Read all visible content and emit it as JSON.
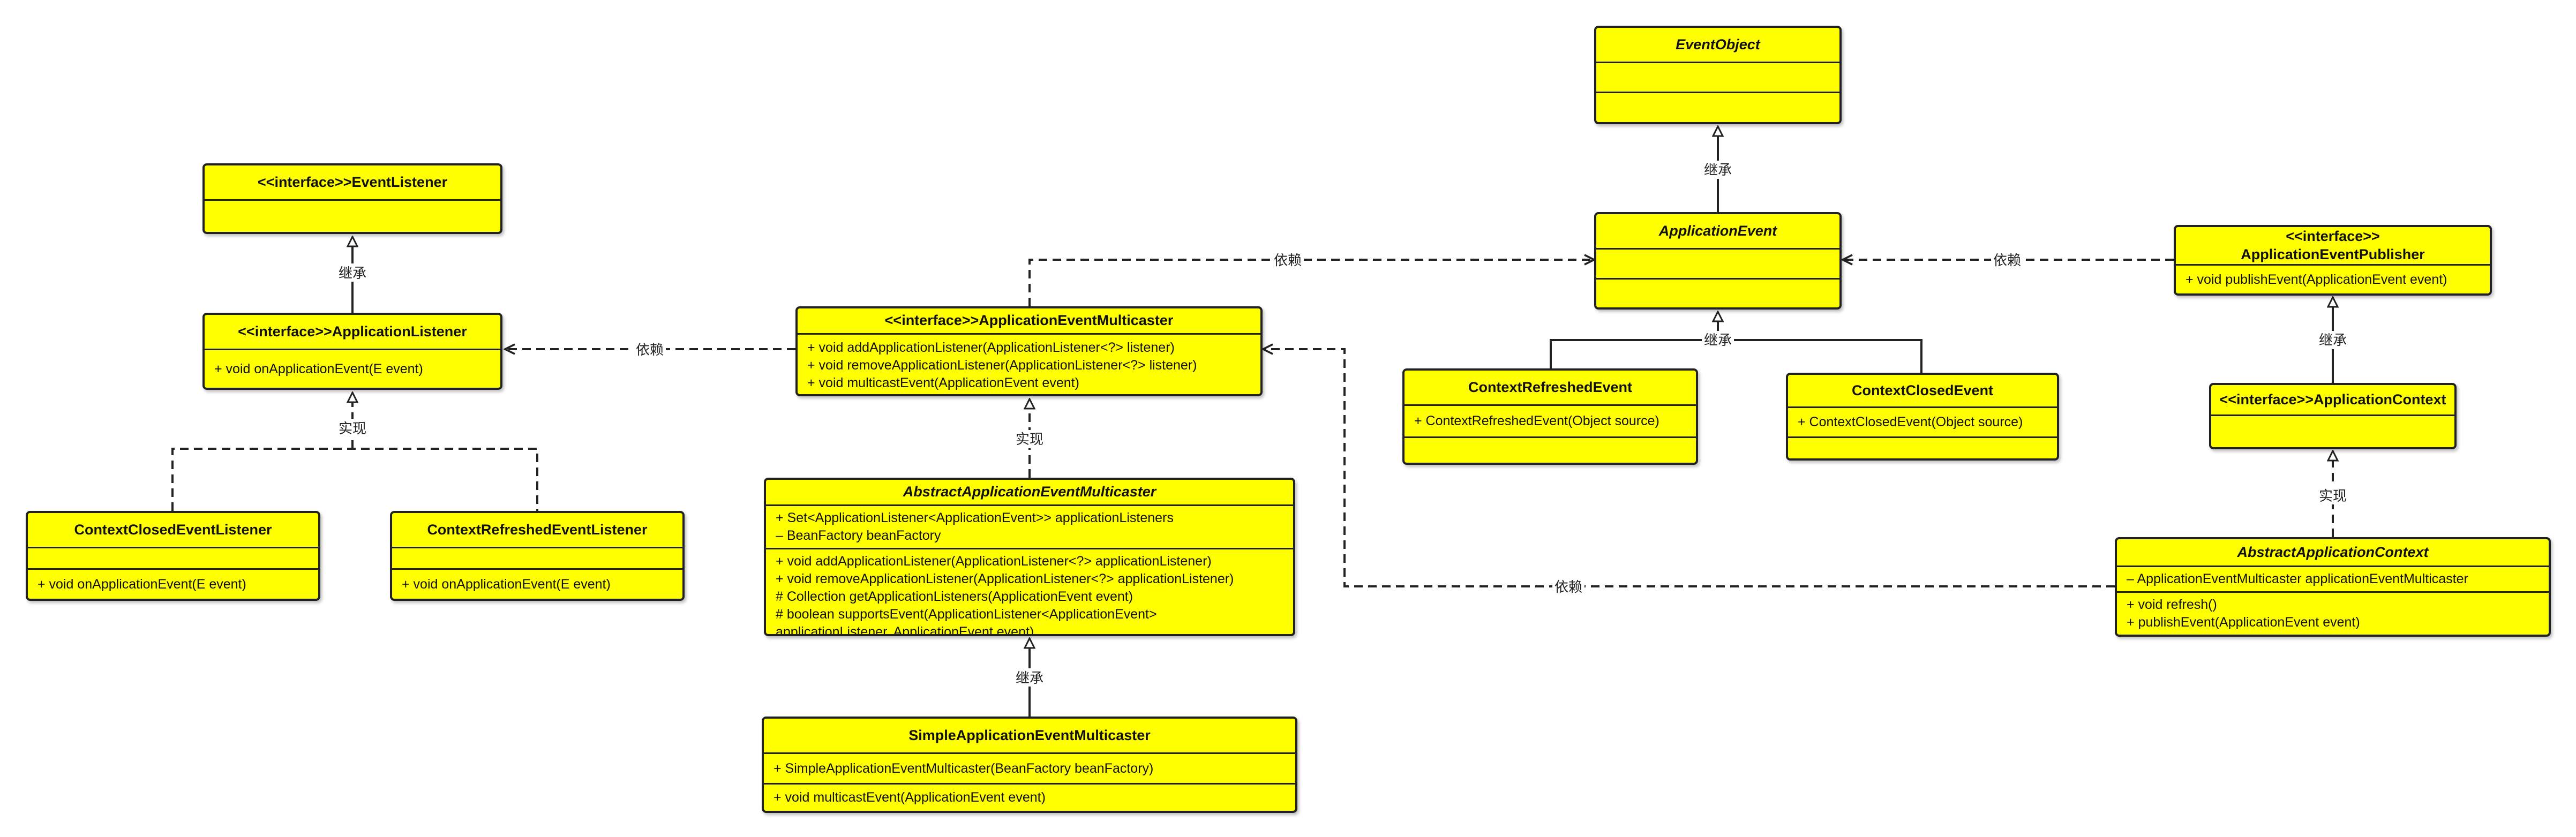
{
  "classes": {
    "event_listener": {
      "title": "<<interface>>EventListener",
      "fields": [],
      "methods": []
    },
    "application_listener": {
      "title": "<<interface>>ApplicationListener",
      "methods": [
        "+ void onApplicationEvent(E event)"
      ]
    },
    "context_closed_event_listener": {
      "title": "ContextClosedEventListener",
      "methods": [
        "+ void onApplicationEvent(E event)"
      ]
    },
    "context_refreshed_event_listener": {
      "title": "ContextRefreshedEventListener",
      "methods": [
        "+ void onApplicationEvent(E event)"
      ]
    },
    "application_event_multicaster": {
      "title": "<<interface>>ApplicationEventMulticaster",
      "methods": [
        "+ void addApplicationListener(ApplicationListener<?> listener)",
        "+ void removeApplicationListener(ApplicationListener<?> listener)",
        "+ void multicastEvent(ApplicationEvent event)"
      ]
    },
    "abstract_application_event_multicaster": {
      "title": "AbstractApplicationEventMulticaster",
      "fields": [
        "+ Set<ApplicationListener<ApplicationEvent>> applicationListeners",
        "– BeanFactory beanFactory"
      ],
      "methods": [
        "+ void addApplicationListener(ApplicationListener<?> applicationListener)",
        "+ void removeApplicationListener(ApplicationListener<?> applicationListener)",
        "# Collection getApplicationListeners(ApplicationEvent event)",
        "# boolean supportsEvent(ApplicationListener<ApplicationEvent> applicationListener, ApplicationEvent event)"
      ]
    },
    "simple_application_event_multicaster": {
      "title": "SimpleApplicationEventMulticaster",
      "constructors": [
        "+ SimpleApplicationEventMulticaster(BeanFactory beanFactory)"
      ],
      "methods": [
        "+ void multicastEvent(ApplicationEvent event)"
      ]
    },
    "event_object": {
      "title": "EventObject"
    },
    "application_event": {
      "title": "ApplicationEvent"
    },
    "context_refreshed_event": {
      "title": "ContextRefreshedEvent",
      "methods": [
        "+ ContextRefreshedEvent(Object source)"
      ]
    },
    "context_closed_event": {
      "title": "ContextClosedEvent",
      "methods": [
        "+ ContextClosedEvent(Object source)"
      ]
    },
    "application_event_publisher": {
      "title_line1": "<<interface>>",
      "title_line2": "ApplicationEventPublisher",
      "methods": [
        "+ void publishEvent(ApplicationEvent event)"
      ]
    },
    "application_context": {
      "title": "<<interface>>ApplicationContext"
    },
    "abstract_application_context": {
      "title": "AbstractApplicationContext",
      "fields": [
        "– ApplicationEventMulticaster applicationEventMulticaster"
      ],
      "methods": [
        "+ void refresh()",
        "+ publishEvent(ApplicationEvent event)"
      ]
    }
  },
  "relations": {
    "inherit": "继承",
    "realize": "实现",
    "depend": "依赖"
  },
  "colors": {
    "class_fill": "#ffff00",
    "border": "#222222",
    "line": "#222222",
    "background": "#ffffff"
  }
}
